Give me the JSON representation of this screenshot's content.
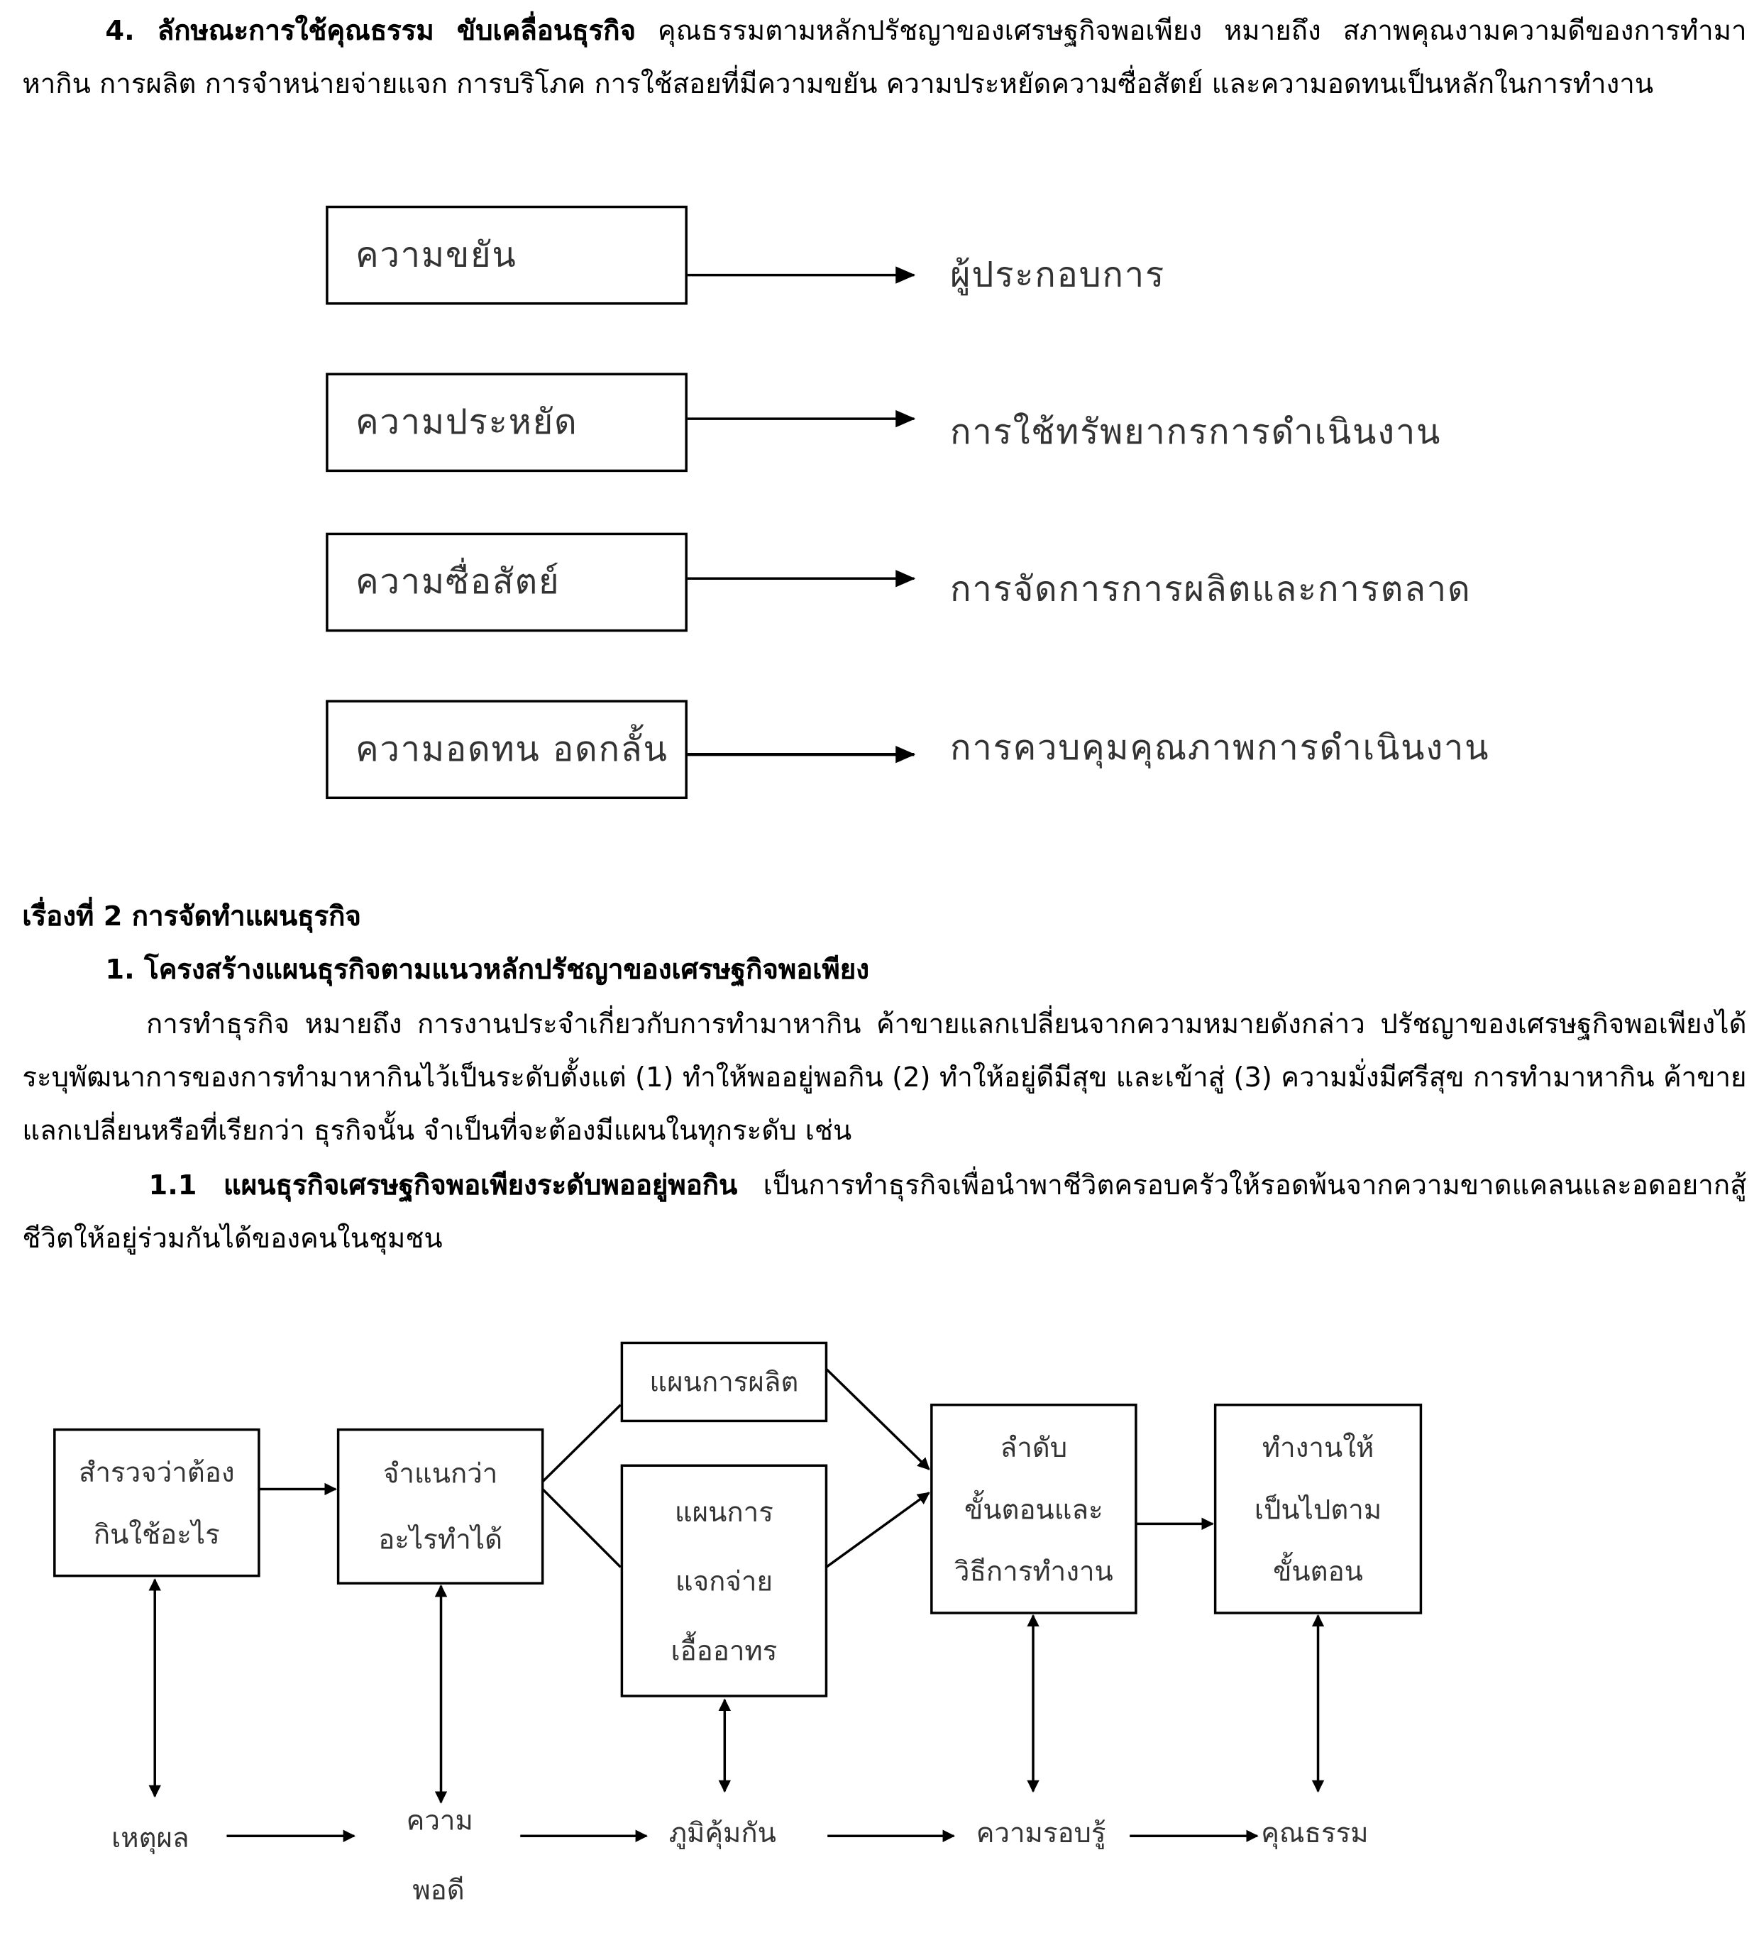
{
  "section4": {
    "heading": "4. ลักษณะการใช้คุณธรรม ขับเคลื่อนธุรกิจ",
    "body": " คุณธรรมตามหลักปรัชญาของเศรษฐกิจพอเพียง หมายถึง สภาพคุณงามความดีของการทำมาหากิน การผลิต การจำหน่ายจ่ายแจก การบริโภค การใช้สอยที่มีความขยัน ความประหยัดความซื่อสัตย์ และความอดทนเป็นหลักในการทำงาน"
  },
  "diagram1": [
    {
      "virtue": "ความขยัน",
      "target": "ผู้ประกอบการ"
    },
    {
      "virtue": "ความประหยัด",
      "target": "การใช้ทรัพยากรการดำเนินงาน"
    },
    {
      "virtue": "ความซื่อสัตย์",
      "target": "การจัดการการผลิตและการตลาด"
    },
    {
      "virtue": "ความอดทน อดกลั้น",
      "target": "การควบคุมคุณภาพการดำเนินงาน"
    }
  ],
  "section2": {
    "title": "เรื่องที่ 2 การจัดทำแผนธุรกิจ",
    "sub1": "1. โครงสร้างแผนธุรกิจตามแนวหลักปรัชญาของเศรษฐกิจพอเพียง",
    "para1": "การทำธุรกิจ หมายถึง การงานประจำเกี่ยวกับการทำมาหากิน ค้าขายแลกเปลี่ยนจากความหมายดังกล่าว ปรัชญาของเศรษฐกิจพอเพียงได้ ระบุพัฒนาการของการทำมาหากินไว้เป็นระดับตั้งแต่ (1) ทำให้พออยู่พอกิน (2) ทำให้อยู่ดีมีสุข และเข้าสู่ (3) ความมั่งมีศรีสุข การทำมาหากิน ค้าขายแลกเปลี่ยนหรือที่เรียกว่า ธุรกิจนั้น จำเป็นที่จะต้องมีแผนในทุกระดับ เช่น",
    "sub11_heading": "1.1 แผนธุรกิจเศรษฐกิจพอเพียงระดับพออยู่พอกิน",
    "sub11_body": " เป็นการทำธุรกิจเพื่อนำพาชีวิตครอบครัวให้รอดพ้นจากความขาดแคลนและอดอยากสู้ชีวิตให้อยู่ร่วมกันได้ของคนในชุมชน"
  },
  "diagram2": {
    "survey": [
      "สำรวจว่าต้อง",
      "กินใช้อะไร"
    ],
    "classify": [
      "จำแนกว่า",
      "อะไรทำได้"
    ],
    "production_plan": "แผนการผลิต",
    "distribution_plan": [
      "แผนการ",
      "แจกจ่าย",
      "เอื้ออาทร"
    ],
    "sequence": [
      "ลำดับ",
      "ขั้นตอนและ",
      "วิธีการทำงาน"
    ],
    "follow": [
      "ทำงานให้",
      "เป็นไปตาม",
      "ขั้นตอน"
    ],
    "reason": "เหตุผล",
    "moderation": [
      "ความ",
      "พอดี"
    ],
    "immunity": "ภูมิคุ้มกัน",
    "knowledge": "ความรอบรู้",
    "morality": "คุณธรรม"
  }
}
